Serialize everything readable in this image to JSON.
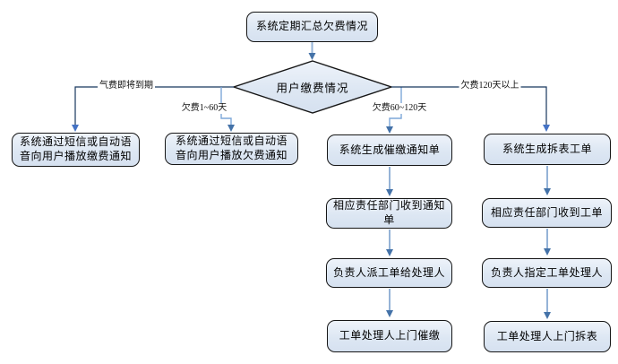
{
  "flowchart": {
    "start": {
      "label": "系统定期汇总欠费情况"
    },
    "decision": {
      "label": "用户缴费情况"
    },
    "branches": [
      {
        "condition": "气费即将到期",
        "steps": [
          "系统通过短信或自动语音向用户播放缴费通知"
        ]
      },
      {
        "condition": "欠费1~60天",
        "steps": [
          "系统通过短信或自动语音向用户播放欠费通知"
        ]
      },
      {
        "condition": "欠费60~120天",
        "steps": [
          "系统生成催缴通知单",
          "相应责任部门收到通知单",
          "负责人派工单给处理人",
          "工单处理人上门催缴"
        ]
      },
      {
        "condition": "欠费120天以上",
        "steps": [
          "系统生成拆表工单",
          "相应责任部门收到工单",
          "负责人指定工单处理人",
          "工单处理人上门拆表"
        ]
      }
    ],
    "colors": {
      "node_fill_top": "#eef3fa",
      "node_fill_bottom": "#d6e1f0",
      "node_border": "#161616",
      "connector_dark": "#17375e",
      "connector_light": "#95b3d7",
      "arrowhead": "#4472a8"
    }
  }
}
